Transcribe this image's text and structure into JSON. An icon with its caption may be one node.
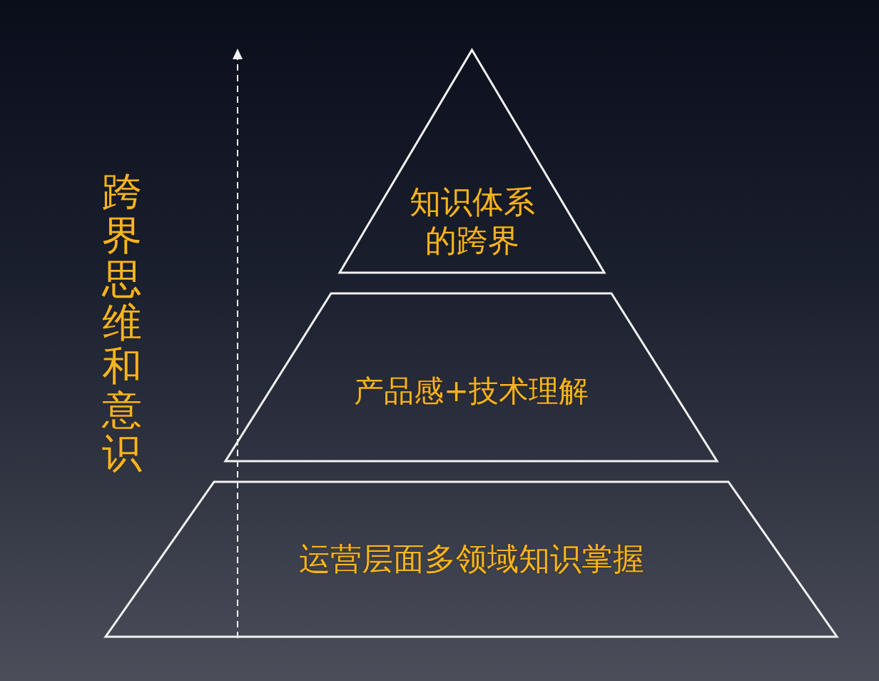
{
  "diagram": {
    "nodes": [
      {
        "text": [
          "知识体系的跨界"
        ]
      },
      {
        "text": [
          "产品感+技术理解"
        ]
      },
      {
        "text": [
          "运营层面多领域知识掌握"
        ]
      }
    ],
    "labels": [
      "跨界思维和意识"
    ]
  }
}
